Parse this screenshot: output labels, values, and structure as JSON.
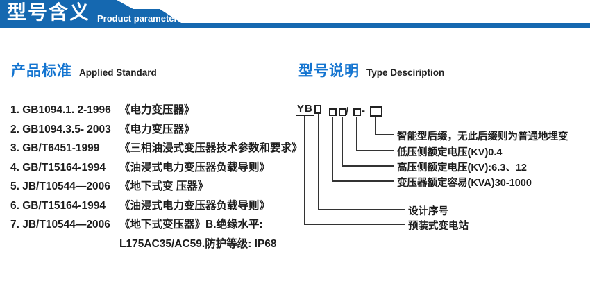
{
  "header": {
    "title_zh": "型号含义",
    "title_en": "Product parameters"
  },
  "applied_standard": {
    "title_zh": "产品标准",
    "title_en": "Applied Standard",
    "items": [
      {
        "code": "1. GB1094.1. 2-1996",
        "desc": "《电力变压器》"
      },
      {
        "code": "2. GB1094.3.5- 2003",
        "desc": "《电力变压器》"
      },
      {
        "code": "3. GB/T6451-1999",
        "desc": "《三相油浸式变压器技术参数和要求》"
      },
      {
        "code": "4. GB/T15164-1994",
        "desc": "《油浸式电力变压器负载导则》"
      },
      {
        "code": "5. JB/T10544—2006",
        "desc": "《地下式变 压器》"
      },
      {
        "code": "6. GB/T15164-1994",
        "desc": "《油浸式电力变压器负载导则》"
      },
      {
        "code": "7. JB/T10544—2006",
        "desc": "《地下式变压器》B.绝缘水平:"
      },
      {
        "code": "",
        "desc": "L175AC35/AC59.防护等级: IP68"
      }
    ]
  },
  "type_description": {
    "title_zh": "型号说明",
    "title_en": "Type Desciription",
    "model_prefix": "YB",
    "separator_slash": "/",
    "separator_dash": "-",
    "labels": [
      "智能型后缀，无此后缀则为普通地埋变",
      "低压侧额定电压(KV)0.4",
      "高压侧额定电压(KV):6.3、12",
      "变压器额定容易(KVA)30-1000",
      "设计序号",
      "预装式变电站"
    ]
  },
  "colors": {
    "header_blue": "#1568b0",
    "section_title_blue": "#1374d0",
    "text_black": "#1d1d1d",
    "line_color": "#333333"
  }
}
